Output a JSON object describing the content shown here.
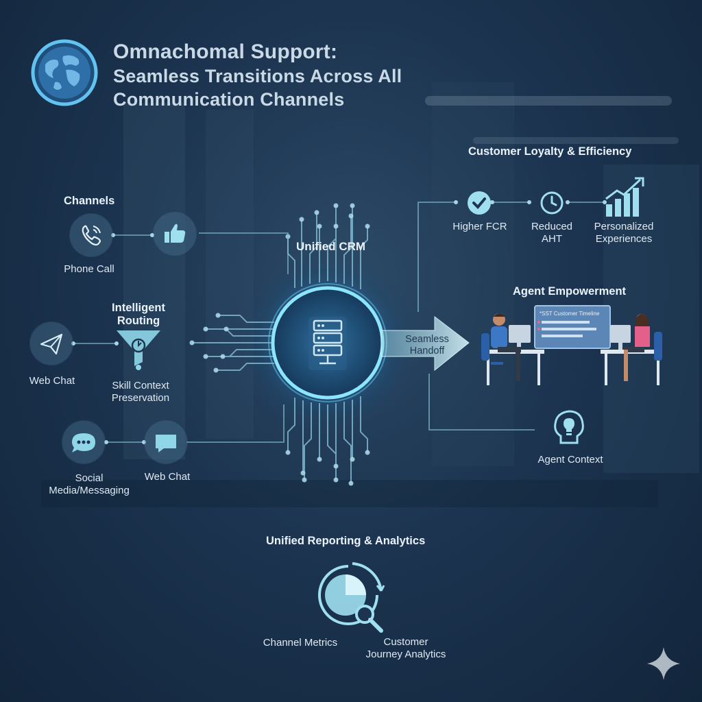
{
  "title": {
    "line1": "Omnachomal Support:",
    "line2": "Seamless Transitions Across All",
    "line3": "Communication Channels"
  },
  "channels": {
    "heading": "Channels",
    "phone_call": "Phone Call",
    "web_chat_top": "Web Chat",
    "social_line1": "Social",
    "social_line2": "Media/Messaging",
    "web_chat_bottom": "Web Chat"
  },
  "routing": {
    "heading_line1": "Intelligent",
    "heading_line2": "Routing",
    "sub_line1": "Skill Context",
    "sub_line2": "Preservation"
  },
  "crm": {
    "label": "Unified CRM"
  },
  "handoff": {
    "line1": "Seamless",
    "line2": "Handoff"
  },
  "loyalty": {
    "heading": "Customer Loyalty & Efficiency",
    "fcr": "Higher FCR",
    "aht_line1": "Reduced",
    "aht_line2": "AHT",
    "personalized_line1": "Personalized",
    "personalized_line2": "Experiences"
  },
  "agent": {
    "heading": "Agent Empowerment",
    "screen_text": "*SST Customer Timeline",
    "context": "Agent Context"
  },
  "reporting": {
    "heading": "Unified Reporting & Analytics",
    "channel_metrics": "Channel Metrics",
    "journey_line1": "Customer",
    "journey_line2": "Journey Analytics"
  },
  "colors": {
    "accent": "#7fe3f0",
    "glow": "#5fd3ff",
    "background": "#1c3450",
    "line": "#7fb6cf"
  }
}
